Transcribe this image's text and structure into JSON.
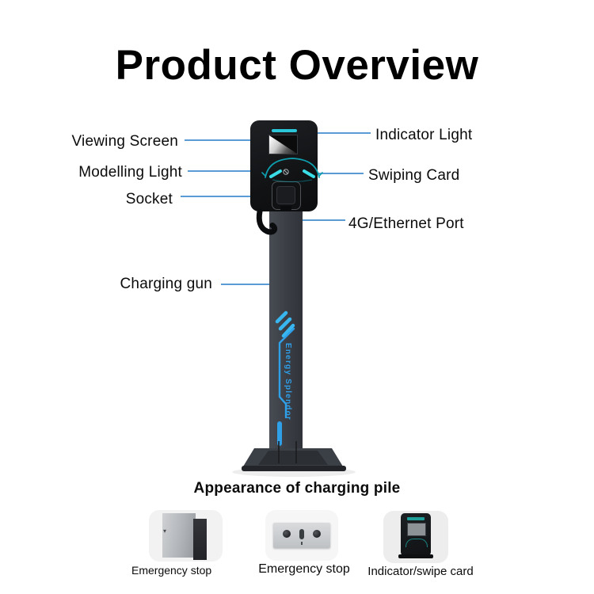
{
  "page": {
    "title": "Product Overview"
  },
  "diagram": {
    "callouts_left": [
      {
        "label": "Viewing Screen"
      },
      {
        "label": "Modelling Light"
      },
      {
        "label": "Socket"
      },
      {
        "label": "Charging gun"
      }
    ],
    "callouts_right": [
      {
        "label": "Indicator Light"
      },
      {
        "label": "Swiping Card"
      },
      {
        "label": "4G/Ethernet Port"
      }
    ],
    "device": {
      "brand_text": "Energy Splendor"
    }
  },
  "appearance_section": {
    "heading": "Appearance of charging pile",
    "items": [
      {
        "caption": "Emergency stop"
      },
      {
        "caption": "Emergency stop"
      },
      {
        "caption": "Indicator/swipe card"
      }
    ]
  },
  "colors": {
    "callout_line": "#5b9bd5",
    "accent_cyan": "#2bc7d9",
    "car_outline_teal": "#0e9faf",
    "brand_blue": "#2f9fe8",
    "device_black": "#141518",
    "pole_gray": "#3b3f45"
  }
}
